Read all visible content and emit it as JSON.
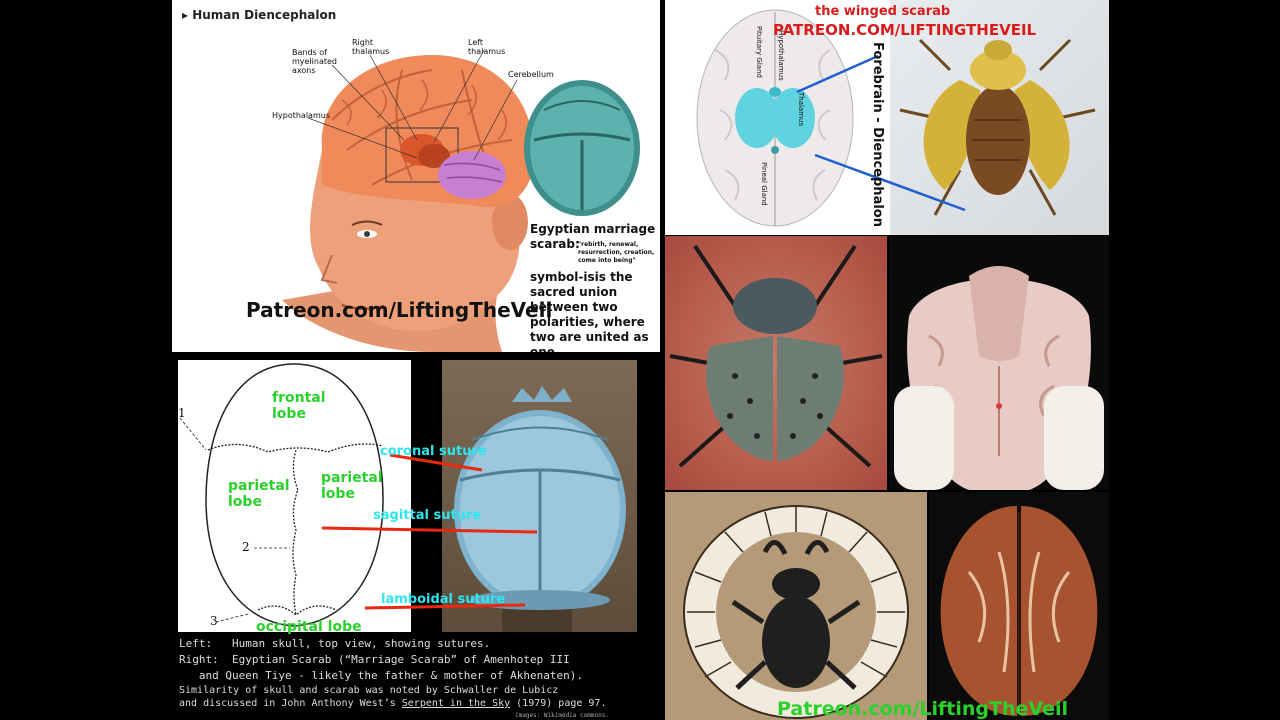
{
  "diencephalon": {
    "title": "▸ Human Diencephalon",
    "labels": {
      "bands": "Bands of myelinated axons",
      "right_thalamus": "Right thalamus",
      "left_thalamus": "Left thalamus",
      "cerebellum": "Cerebellum",
      "hypothalamus": "Hypothalamus"
    },
    "patreon": "Patreon.com/LiftingTheVeil",
    "egyptian_title": "Egyptian marriage scarab:",
    "egyptian_quote": "\"rebirth, renewal, resurrection, creation, come into being\"",
    "egyptian_body": "symbol-isis the sacred union between two polarities, where two are united as one."
  },
  "skull": {
    "frontal": "frontal lobe",
    "parietal_left": "parietal lobe",
    "parietal_right": "parietal lobe",
    "occipital": "occipital lobe",
    "num1": "1",
    "num2": "2",
    "num3": "3"
  },
  "sutures": {
    "coronal": "coronal suture",
    "sagittal": "sagittal suture",
    "lamboidal": "lamboidal suture"
  },
  "caption": {
    "left": "Left:   Human skull, top view, showing sutures.",
    "right1": "Right:  Egyptian Scarab (“Marriage Scarab” of Amenhotep III",
    "right2": "   and Queen Tiye - likely the father & mother of Akhenaten).",
    "sim1": "Similarity of skull and scarab was noted by Schwaller de Lubicz",
    "sim2_pre": "and discussed in John Anthony West’s ",
    "sim2_book": "Serpent in the Sky",
    "sim2_post": " (1979) page 97.",
    "images": "images: Wikimedia commons."
  },
  "winged": {
    "title": "the winged scarab",
    "patreon": "PATREON.COM/LIFTINGTHEVEIL",
    "forebrain": "Forebrain - Diencephalon",
    "pituitary": "Pituitary Gland",
    "hypothalamus": "Hypothalamus",
    "thalamus": "Thalamus",
    "pineal": "Pineal Gland"
  },
  "bottom_patreon": "Patreon.com/LiftingTheVeil",
  "colors": {
    "green": "#2bd12b",
    "cyan": "#2ee6f0",
    "red": "#d81b1b",
    "line_red": "#e8280f",
    "line_blue": "#1f5fd1"
  }
}
